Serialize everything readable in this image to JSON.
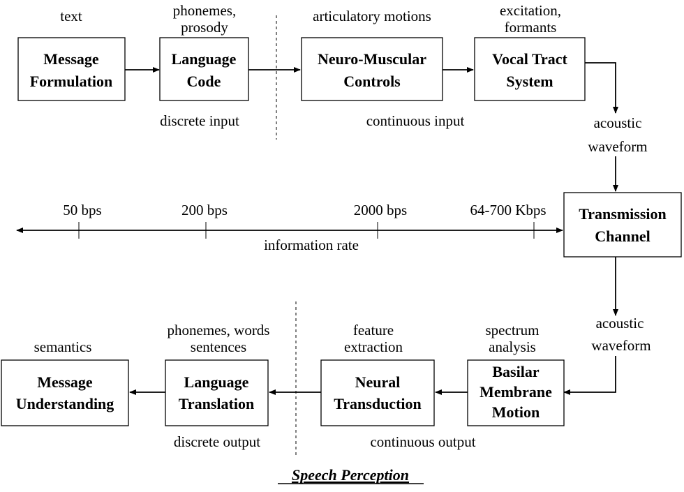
{
  "production": {
    "blocks": [
      {
        "label_lines": [
          "Message",
          "Formulation"
        ],
        "annotation_lines": [
          "text"
        ]
      },
      {
        "label_lines": [
          "Language",
          "Code"
        ],
        "annotation_lines": [
          "phonemes,",
          "prosody"
        ]
      },
      {
        "label_lines": [
          "Neuro-Muscular",
          "Controls"
        ],
        "annotation_lines": [
          "articulatory motions"
        ]
      },
      {
        "label_lines": [
          "Vocal Tract",
          "System"
        ],
        "annotation_lines": [
          "excitation,",
          "formants"
        ]
      }
    ],
    "input_labels": {
      "discrete": "discrete input",
      "continuous": "continuous input"
    },
    "waveform_label_lines": [
      "acoustic",
      "waveform"
    ]
  },
  "channel": {
    "label_lines": [
      "Transmission",
      "Channel"
    ]
  },
  "information_rate": {
    "axis_label": "information rate",
    "ticks": [
      "50 bps",
      "200 bps",
      "2000 bps",
      "64-700 Kbps"
    ]
  },
  "perception": {
    "waveform_label_lines": [
      "acoustic",
      "waveform"
    ],
    "blocks": [
      {
        "label_lines": [
          "Basilar",
          "Membrane",
          "Motion"
        ],
        "annotation_lines": [
          "spectrum",
          "analysis"
        ]
      },
      {
        "label_lines": [
          "Neural",
          "Transduction"
        ],
        "annotation_lines": [
          "feature",
          "extraction"
        ]
      },
      {
        "label_lines": [
          "Language",
          "Translation"
        ],
        "annotation_lines": [
          "phonemes, words",
          "sentences"
        ]
      },
      {
        "label_lines": [
          "Message",
          "Understanding"
        ],
        "annotation_lines": [
          "semantics"
        ]
      }
    ],
    "output_labels": {
      "discrete": "discrete output",
      "continuous": "continuous output"
    },
    "title": "Speech Perception"
  }
}
